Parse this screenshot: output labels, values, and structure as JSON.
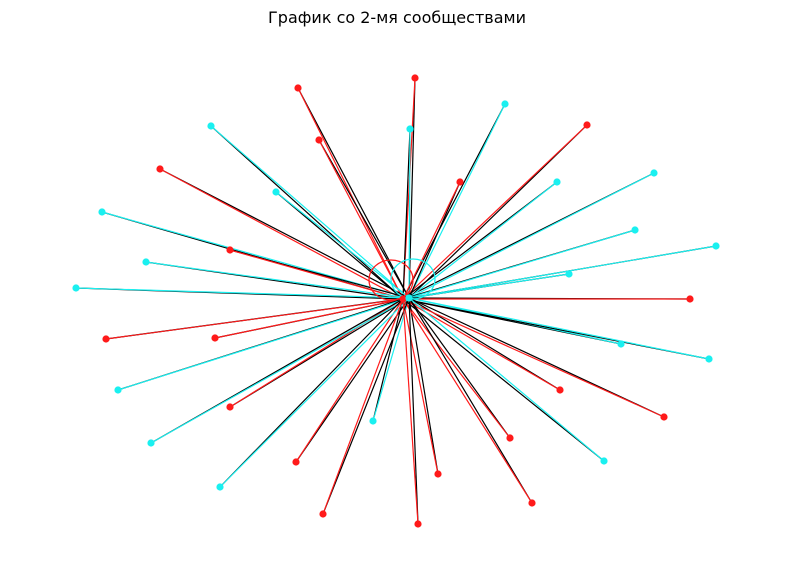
{
  "title": "График со 2-мя сообществами",
  "colors": {
    "community_red": "#ff1a1a",
    "community_cyan": "#1af0f0",
    "edge_black": "#000000",
    "background": "#ffffff"
  },
  "graph": {
    "type": "network",
    "communities": 2,
    "hub_nodes": [
      "red",
      "cyan"
    ],
    "self_loops": [
      "red",
      "cyan"
    ],
    "leaf_count": 40
  }
}
